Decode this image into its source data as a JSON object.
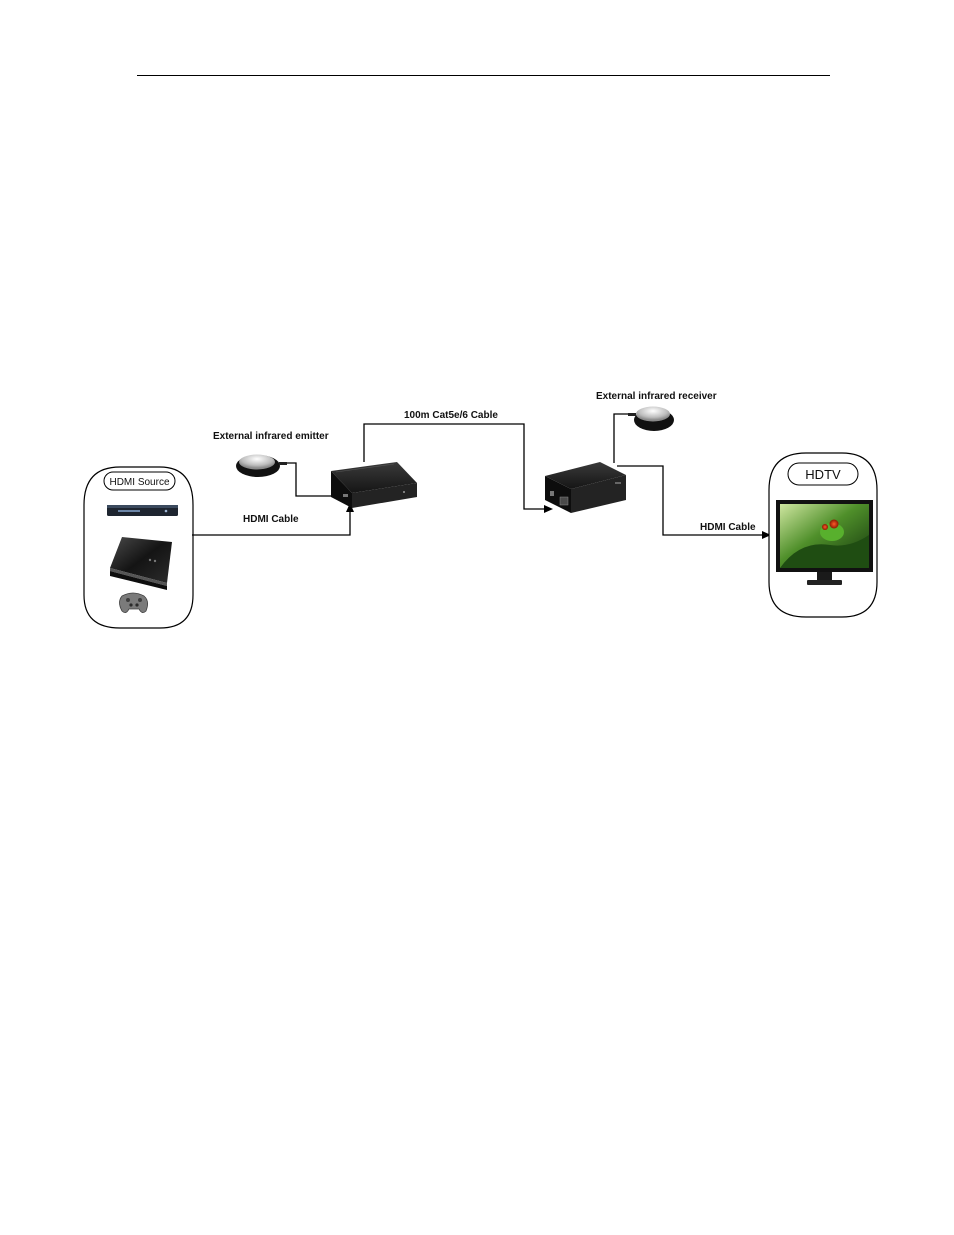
{
  "diagram": {
    "source_label": "HDMI Source",
    "display_label": "HDTV",
    "ir_emitter_label": "External infrared emitter",
    "ir_receiver_label": "External infrared receiver",
    "cat_cable_label": "100m Cat5e/6 Cable",
    "hdmi_cable_in_label": "HDMI Cable",
    "hdmi_cable_out_label": "HDMI Cable"
  },
  "colors": {
    "line": "#000000",
    "device_body": "#1c1c1c",
    "panel_border": "#000000"
  }
}
